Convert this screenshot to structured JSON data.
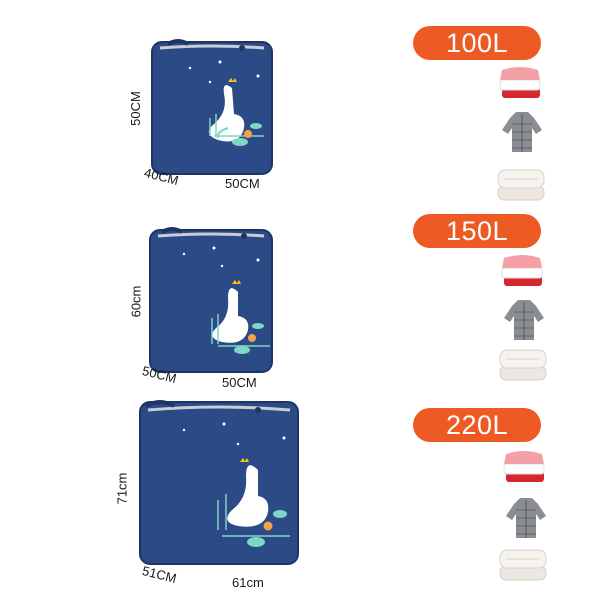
{
  "bags": [
    {
      "capacity": "100L",
      "height": "50CM",
      "depth": "40CM",
      "width": "50CM"
    },
    {
      "capacity": "150L",
      "height": "60cm",
      "depth": "50CM",
      "width": "50CM"
    },
    {
      "capacity": "220L",
      "height": "71cm",
      "depth": "51CM",
      "width": "61cm"
    }
  ],
  "icons": {
    "bag": "storage-bag-icon",
    "clothes": "folded-clothes-icon",
    "jacket": "puffer-jacket-icon",
    "quilt": "quilt-icon"
  },
  "colors": {
    "bag_blue": "#2b4a86",
    "capacity_pill": "#ee5a24"
  }
}
